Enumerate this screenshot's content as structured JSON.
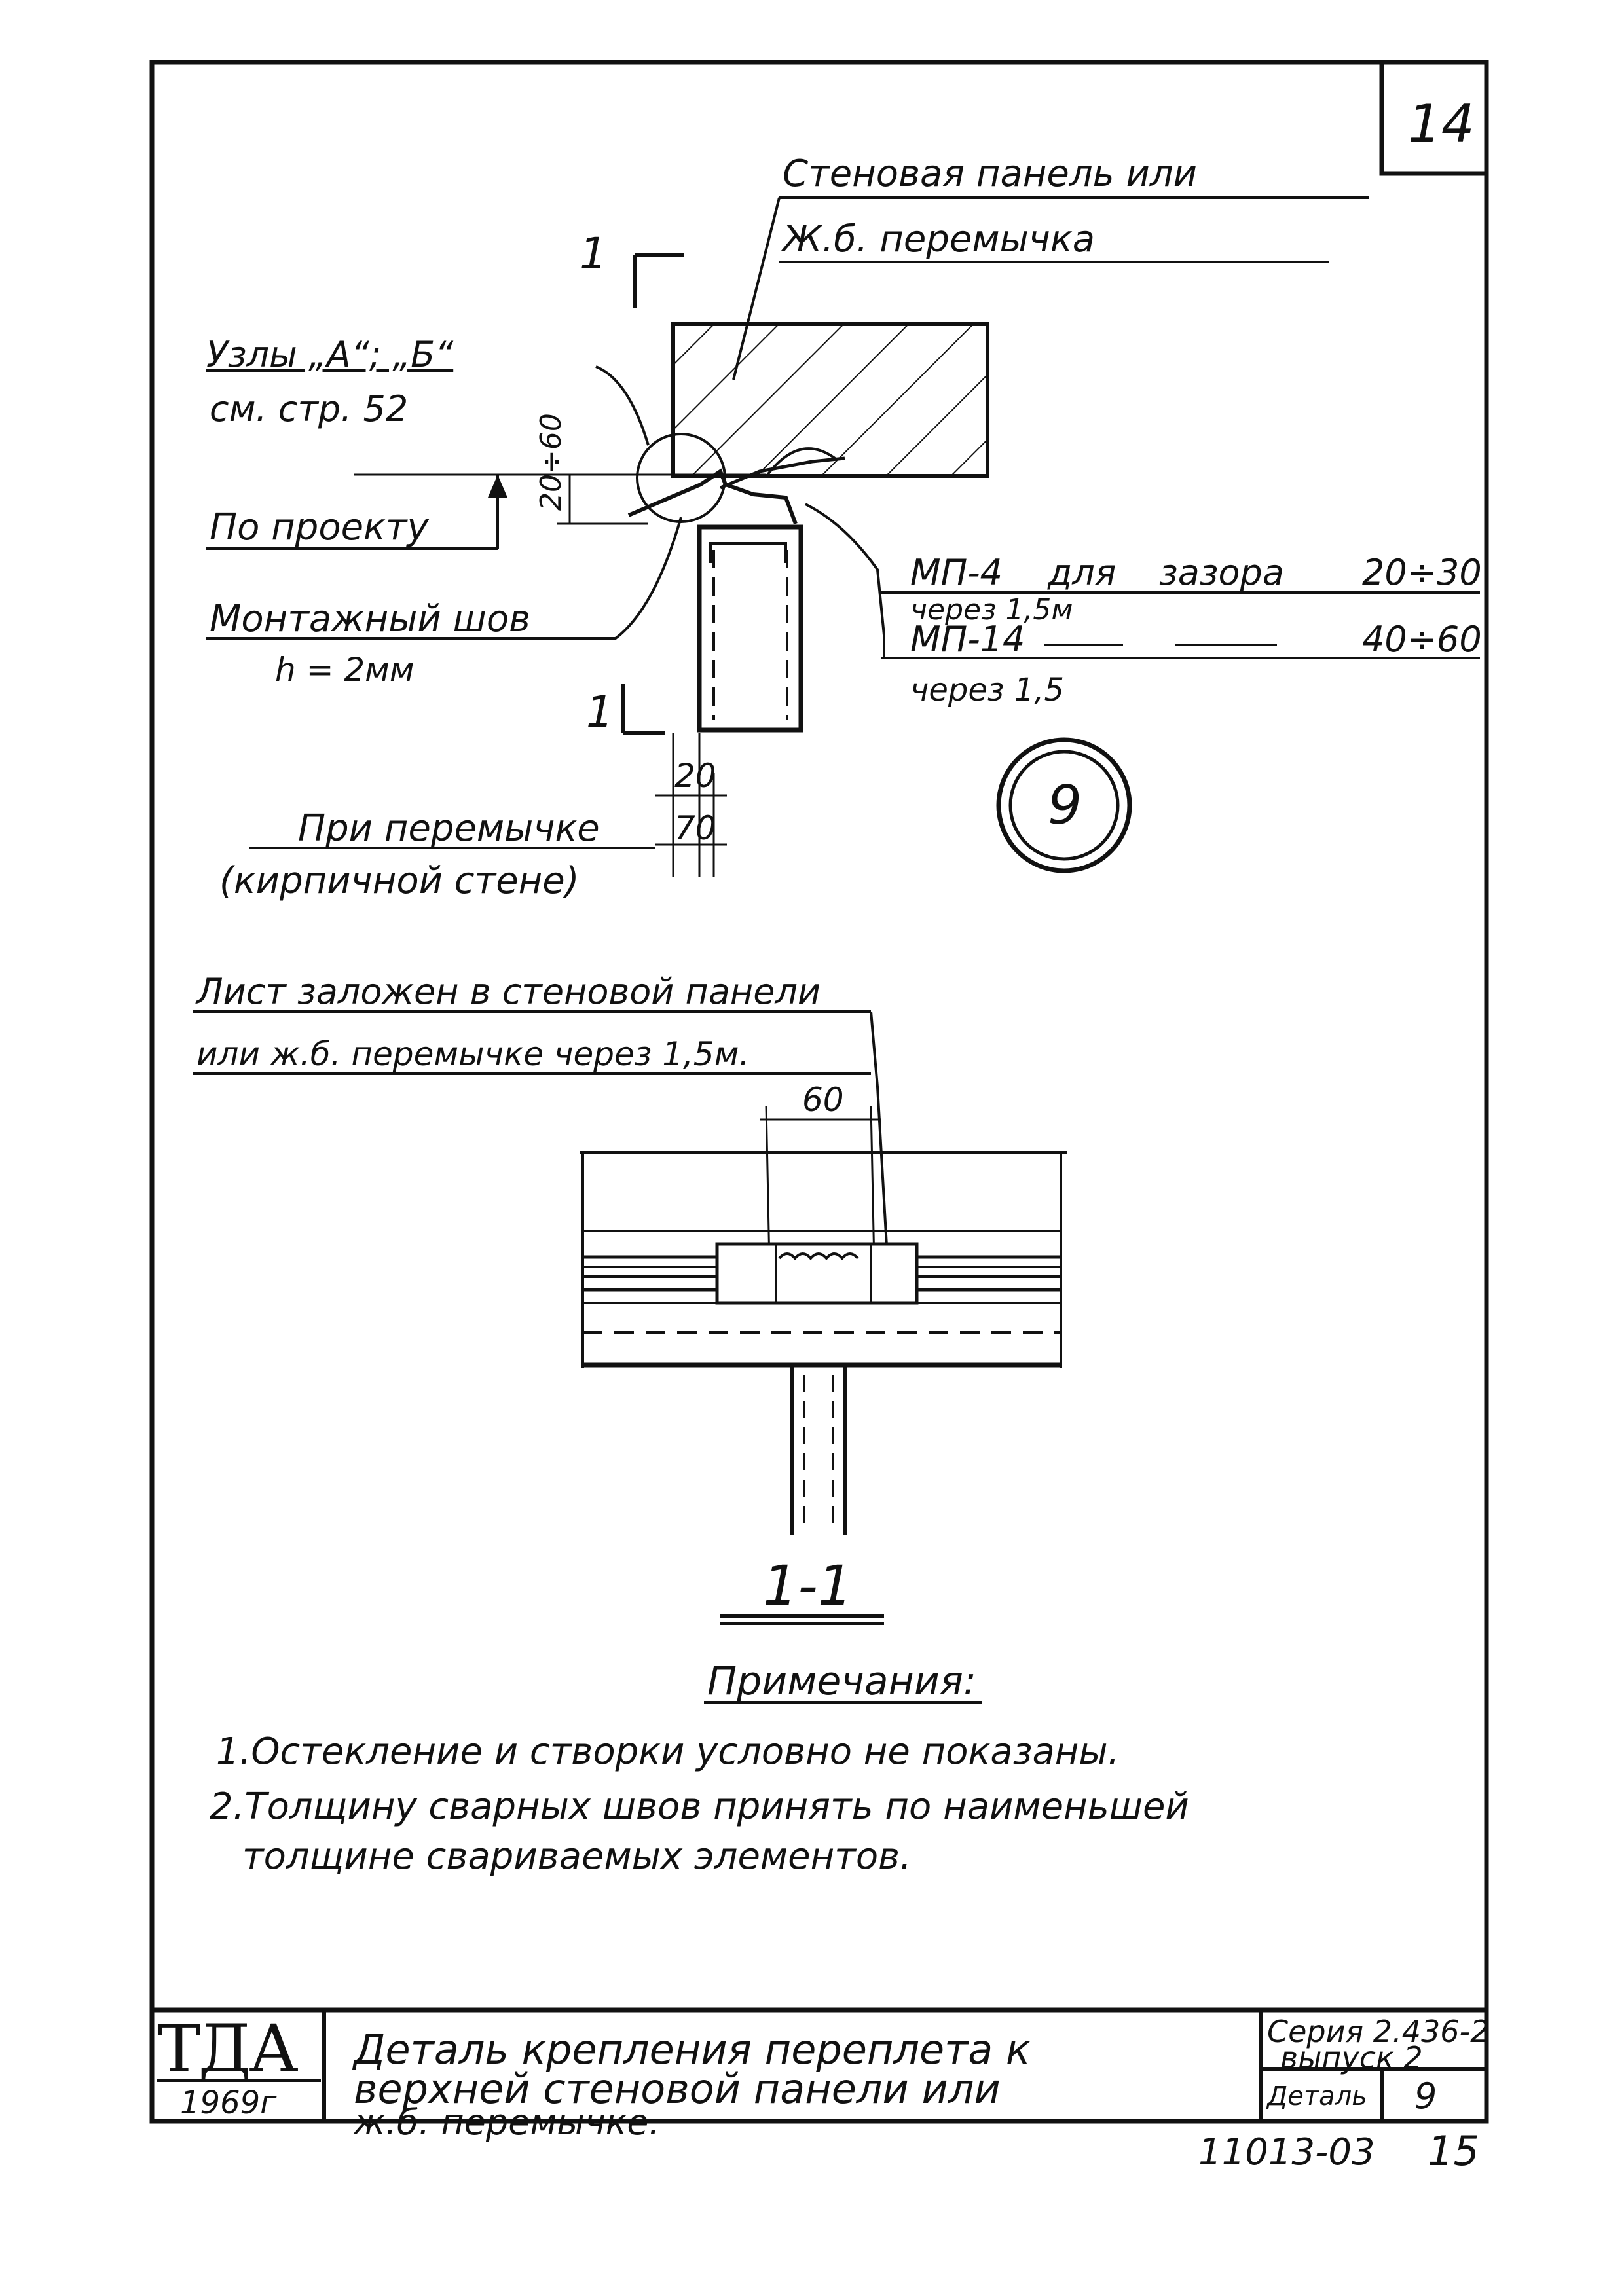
{
  "sheet": {
    "page_number": "14",
    "detail_circle": "9",
    "section_mark": "1",
    "section_title": "1-1"
  },
  "callouts": {
    "wall_panel_line1": "Стеновая панель или",
    "wall_panel_line2": "Ж.б. перемычка",
    "nodes_line1": "Узлы „А“; „Б“",
    "nodes_line2": "см. стр. 52",
    "by_project": "По проекту",
    "mount_seam_line1": "Монтажный шов",
    "mount_seam_line2": "h = 2мм",
    "brick_line1": "При перемычке",
    "brick_line2": "(кирпичной стене)",
    "mp4_line1": "МП-4",
    "mp4_for": "для",
    "mp4_gap": "зазора",
    "mp4_value": "20÷30",
    "mp4_line2": "через 1,5м",
    "mp14_line1": "МП-14",
    "mp14_value": "40÷60",
    "mp14_line2": "через 1,5",
    "sheet_line1": "Лист заложен в стеновой панели",
    "sheet_line2": "или ж.б. перемычке через 1,5м."
  },
  "dimensions": {
    "d_20_60": "20÷60",
    "d_20": "20",
    "d_70": "70",
    "d_60": "60"
  },
  "notes": {
    "title": "Примечания:",
    "item1": "1.Остекление и створки условно не показаны.",
    "item2a": "2.Толщину сварных швов принять по наименьшей",
    "item2b": "толщине свариваемых элементов."
  },
  "title_block": {
    "org": "ТДА",
    "year": "1969г",
    "title_line1": "Деталь крепления переплета к",
    "title_line2": "верхней стеновой панели или",
    "title_line3": "ж.б. перемычке.",
    "series": "Серия 2.436-2",
    "issue": "выпуск 2",
    "detail_label": "Деталь",
    "detail_value": "9"
  },
  "footer": {
    "code": "11013-03",
    "page": "15"
  }
}
